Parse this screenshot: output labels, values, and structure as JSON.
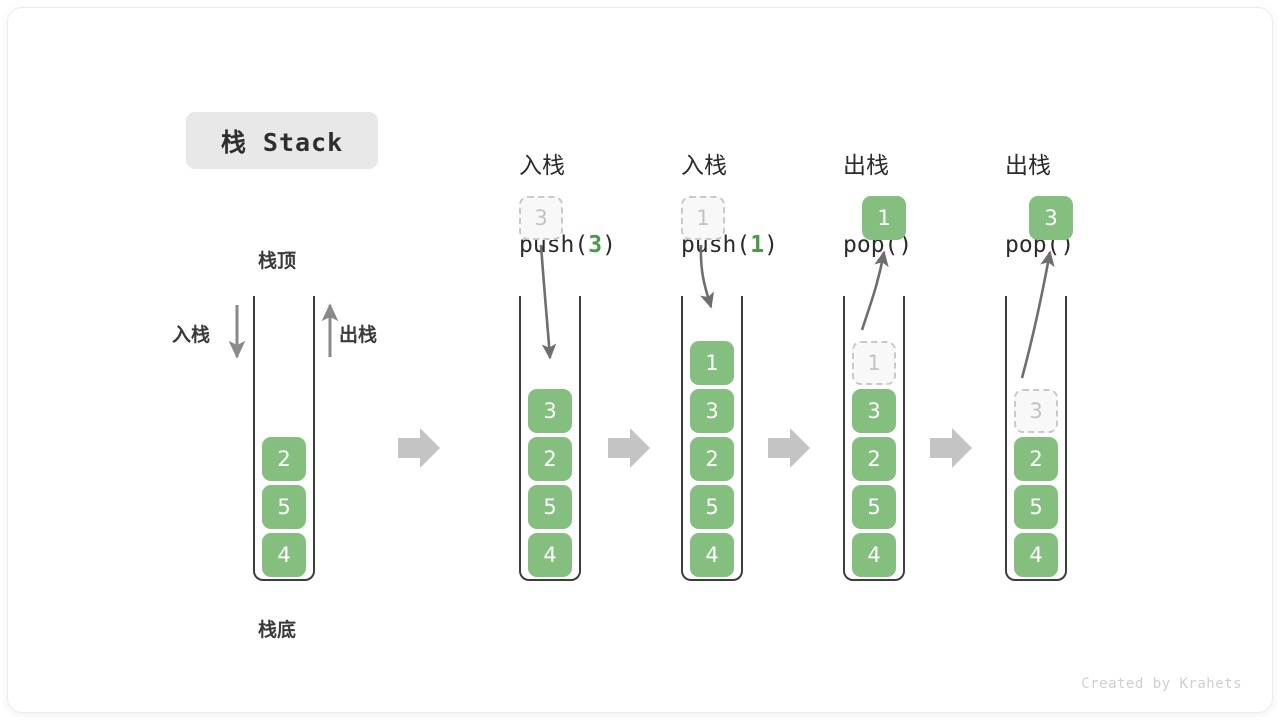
{
  "title": {
    "text": "栈 Stack",
    "badge_color": "#e8e8e8"
  },
  "colors": {
    "element": "#85bf80",
    "element_text": "#ffffff",
    "ghost_fill": "#f8f8f8",
    "ghost_border": "#c9c9c9",
    "ghost_text": "#c3c3c3",
    "wall": "#3d3d3d",
    "arrow_gray": "#a9a9a9",
    "curve_arrow": "#6e6e6e",
    "accent_green": "#4a9a4a"
  },
  "labels": {
    "top": "栈顶",
    "bottom": "栈底",
    "push": "入栈",
    "pop": "出栈"
  },
  "columns": [
    {
      "id": "initial",
      "header_cn": "",
      "header_code_prefix": "",
      "header_code_arg": "",
      "header_code_suffix": "",
      "cells": [
        {
          "value": "4",
          "state": "solid"
        },
        {
          "value": "5",
          "state": "solid"
        },
        {
          "value": "2",
          "state": "solid"
        }
      ],
      "float": null
    },
    {
      "id": "push-3",
      "header_cn": "入栈",
      "header_code_prefix": "push(",
      "header_code_arg": "3",
      "header_code_suffix": ")",
      "cells": [
        {
          "value": "4",
          "state": "solid"
        },
        {
          "value": "5",
          "state": "solid"
        },
        {
          "value": "2",
          "state": "solid"
        },
        {
          "value": "3",
          "state": "solid"
        }
      ],
      "float": {
        "value": "3",
        "state": "ghost",
        "direction": "down"
      }
    },
    {
      "id": "push-1",
      "header_cn": "入栈",
      "header_code_prefix": "push(",
      "header_code_arg": "1",
      "header_code_suffix": ")",
      "cells": [
        {
          "value": "4",
          "state": "solid"
        },
        {
          "value": "5",
          "state": "solid"
        },
        {
          "value": "2",
          "state": "solid"
        },
        {
          "value": "3",
          "state": "solid"
        },
        {
          "value": "1",
          "state": "solid"
        }
      ],
      "float": {
        "value": "1",
        "state": "ghost",
        "direction": "down"
      }
    },
    {
      "id": "pop-1",
      "header_cn": "出栈",
      "header_code_prefix": "pop(",
      "header_code_arg": "",
      "header_code_suffix": ")",
      "cells": [
        {
          "value": "4",
          "state": "solid"
        },
        {
          "value": "5",
          "state": "solid"
        },
        {
          "value": "2",
          "state": "solid"
        },
        {
          "value": "3",
          "state": "solid"
        },
        {
          "value": "1",
          "state": "ghost"
        }
      ],
      "float": {
        "value": "1",
        "state": "solid",
        "direction": "up"
      }
    },
    {
      "id": "pop-3",
      "header_cn": "出栈",
      "header_code_prefix": "pop(",
      "header_code_arg": "",
      "header_code_suffix": ")",
      "cells": [
        {
          "value": "4",
          "state": "solid"
        },
        {
          "value": "5",
          "state": "solid"
        },
        {
          "value": "2",
          "state": "solid"
        },
        {
          "value": "3",
          "state": "ghost"
        }
      ],
      "float": {
        "value": "3",
        "state": "solid",
        "direction": "up"
      }
    }
  ],
  "transition_arrows": 4,
  "watermark": "Created by Krahets"
}
